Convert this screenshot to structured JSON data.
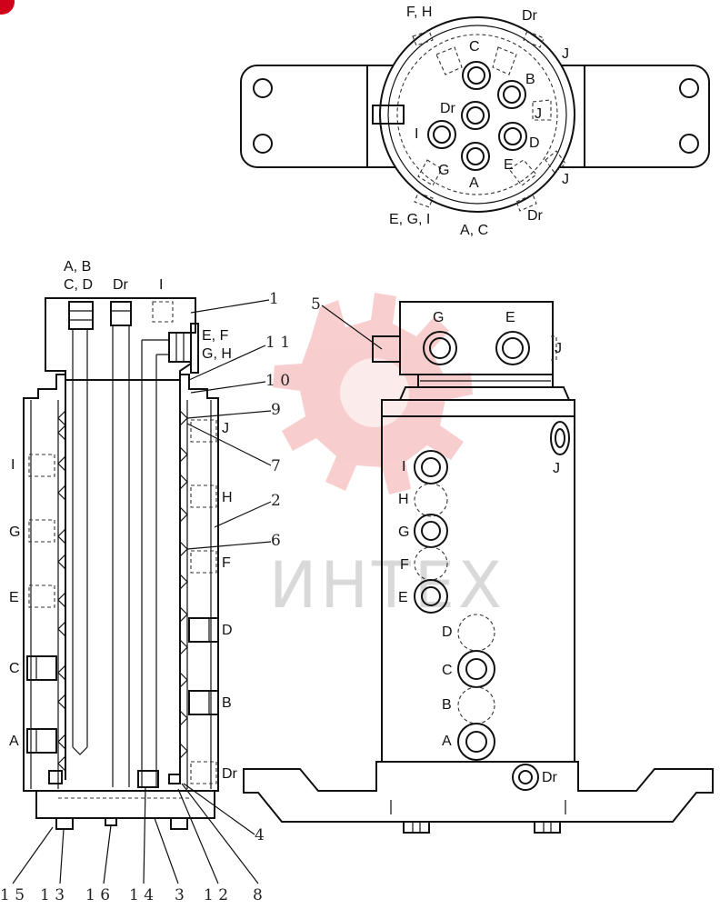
{
  "watermark": {
    "text": "ИНТЕХ",
    "gear_color": "#f4a6a6"
  },
  "top_view": {
    "labels": {
      "fh": "F, H",
      "dr_top": "Dr",
      "c": "C",
      "j_top": "J",
      "b": "B",
      "dr_center": "Dr",
      "j_inner": "J",
      "i": "I",
      "d": "D",
      "g": "G",
      "e": "E",
      "a": "A",
      "j_bottom": "J",
      "egi": "E, G, I",
      "dr_bottom": "Dr",
      "ac": "A, C"
    }
  },
  "section_view": {
    "top_labels": {
      "abcd": "A, B\nC, D",
      "ab": "A, B",
      "cd": "C, D",
      "dr": "Dr",
      "i": "I"
    },
    "side_labels": {
      "ef_gh_1": "E, F",
      "ef_gh_2": "G, H",
      "j": "J",
      "h": "H",
      "f": "F",
      "d": "D",
      "b": "B",
      "dr": "Dr",
      "i": "I",
      "g": "G",
      "e": "E",
      "c": "C",
      "a": "A"
    },
    "callouts": {
      "n1": "1",
      "n11": "1 1",
      "n10": "1 0",
      "n9": "9",
      "n7": "7",
      "n2": "2",
      "n6": "6",
      "n4": "4",
      "bottom": [
        "1 5",
        "1 3",
        "1 6",
        "1 4",
        "3",
        "1 2",
        "8"
      ]
    }
  },
  "side_view": {
    "callout_5": "5",
    "labels": {
      "g": "G",
      "e": "E",
      "j_head": "J",
      "j_body": "J",
      "i": "I",
      "h": "H",
      "g2": "G",
      "f": "F",
      "e2": "E",
      "d": "D",
      "c": "C",
      "b": "B",
      "a": "A",
      "dr": "Dr"
    }
  },
  "badge": {
    "color": "#d0021b"
  }
}
